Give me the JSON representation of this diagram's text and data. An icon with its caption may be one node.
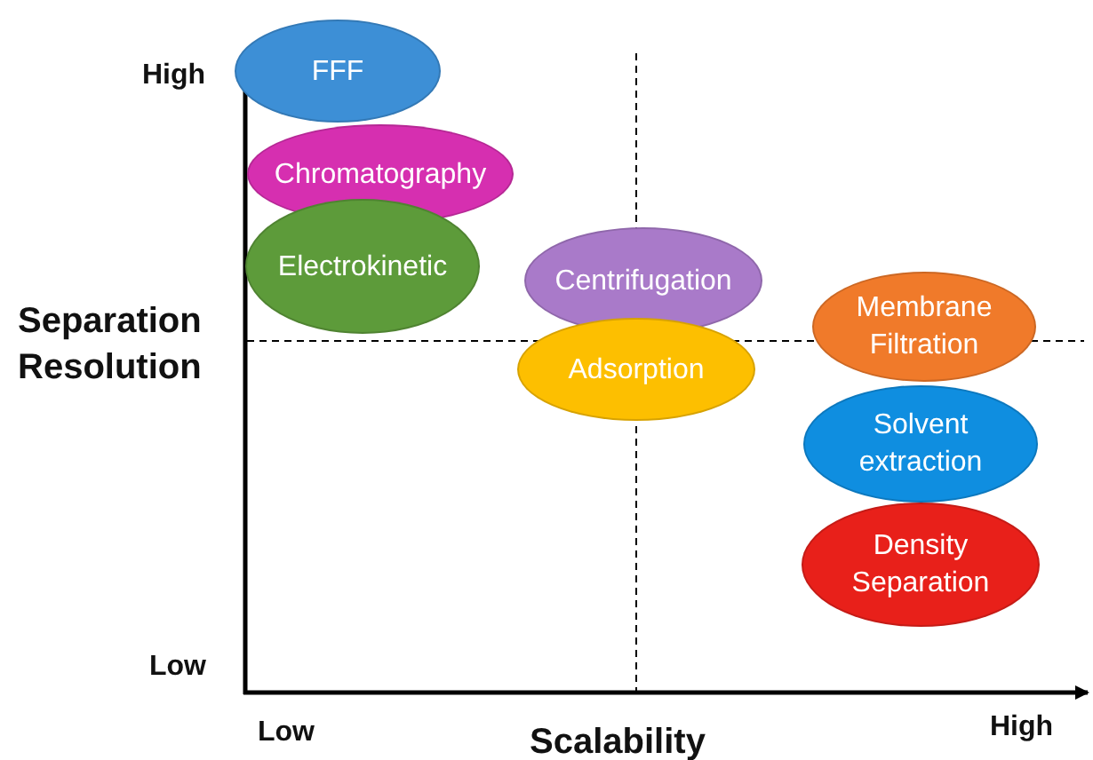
{
  "diagram": {
    "nodes": [
      {
        "text": [
          "FFF"
        ]
      },
      {
        "text": [
          "Chromatography"
        ]
      },
      {
        "text": [
          "Electrokinetic"
        ]
      },
      {
        "text": [
          "Centrifugation"
        ]
      },
      {
        "text": [
          "Adsorption"
        ]
      },
      {
        "text": [
          "Membrane Filtration"
        ]
      },
      {
        "text": [
          "Solvent extraction"
        ]
      },
      {
        "text": [
          "Density Separation"
        ]
      }
    ],
    "edges": [],
    "labels": [
      "High",
      "Separation Resolution",
      "Low",
      "Low",
      "Scalability",
      "High"
    ]
  }
}
